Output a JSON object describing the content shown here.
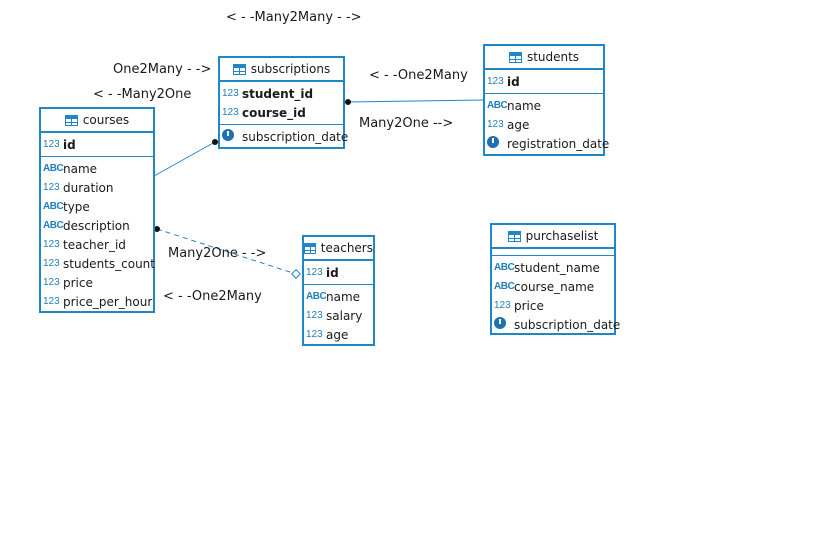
{
  "colors": {
    "entity_border": "#1f86c8",
    "link": "#1f86c8",
    "icon": "#1f6fb3"
  },
  "labels": {
    "many2many_top": "< - -Many2Many - ->",
    "one2many_left": "One2Many - ->",
    "many2one_left": "< - -Many2One",
    "one2many_students": "< - -One2Many",
    "many2one_students": "Many2One -->",
    "many2one_teachers": "Many2One - ->",
    "one2many_bottom": "< - -One2Many"
  },
  "entities": {
    "courses": {
      "title": "courses",
      "pk": [
        {
          "type": "123",
          "name": "id"
        }
      ],
      "cols": [
        {
          "type": "ABC",
          "name": "name"
        },
        {
          "type": "123",
          "name": "duration"
        },
        {
          "type": "ABC",
          "name": "type"
        },
        {
          "type": "ABC",
          "name": "description"
        },
        {
          "type": "123",
          "name": "teacher_id"
        },
        {
          "type": "123",
          "name": "students_count"
        },
        {
          "type": "123",
          "name": "price"
        },
        {
          "type": "123",
          "name": "price_per_hour"
        }
      ]
    },
    "subscriptions": {
      "title": "subscriptions",
      "pk": [
        {
          "type": "123",
          "name": "student_id"
        },
        {
          "type": "123",
          "name": "course_id"
        }
      ],
      "cols": [
        {
          "type": "clock",
          "name": "subscription_date"
        }
      ]
    },
    "students": {
      "title": "students",
      "pk": [
        {
          "type": "123",
          "name": "id"
        }
      ],
      "cols": [
        {
          "type": "ABC",
          "name": "name"
        },
        {
          "type": "123",
          "name": "age"
        },
        {
          "type": "clock",
          "name": "registration_date"
        }
      ]
    },
    "teachers": {
      "title": "teachers",
      "pk": [
        {
          "type": "123",
          "name": "id"
        }
      ],
      "cols": [
        {
          "type": "ABC",
          "name": "name"
        },
        {
          "type": "123",
          "name": "salary"
        },
        {
          "type": "123",
          "name": "age"
        }
      ]
    },
    "purchaselist": {
      "title": "purchaselist",
      "pk": [],
      "cols": [
        {
          "type": "ABC",
          "name": "student_name"
        },
        {
          "type": "ABC",
          "name": "course_name"
        },
        {
          "type": "123",
          "name": "price"
        },
        {
          "type": "clock",
          "name": "subscription_date"
        }
      ]
    }
  }
}
